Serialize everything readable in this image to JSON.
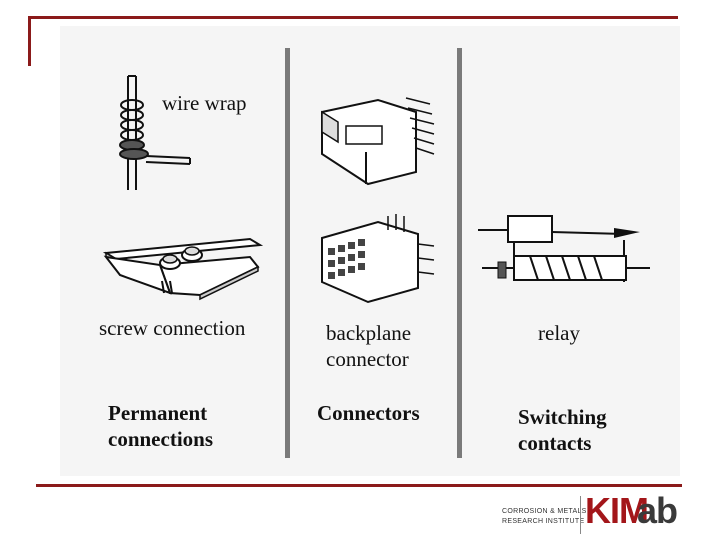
{
  "illustrations": {
    "wire_wrap": "wire  wrap",
    "screw_connection": "screw connection",
    "backplane_connector_line1": "backplane",
    "backplane_connector_line2": "connector",
    "relay": "relay"
  },
  "categories": {
    "permanent_line1": "Permanent",
    "permanent_line2": "connections",
    "connectors": "Connectors",
    "switching_line1": "Switching",
    "switching_line2": "contacts"
  },
  "logo": {
    "line1": "CORROSION & METALS",
    "line2": "RESEARCH  INSTITUTE",
    "brand_part1": "KIM",
    "brand_part2": "ab"
  },
  "colors": {
    "accent": "#8b1a1a",
    "logo_red": "#a3161a",
    "logo_gray": "#3a3a3a",
    "divider": "#7a7a7a"
  }
}
